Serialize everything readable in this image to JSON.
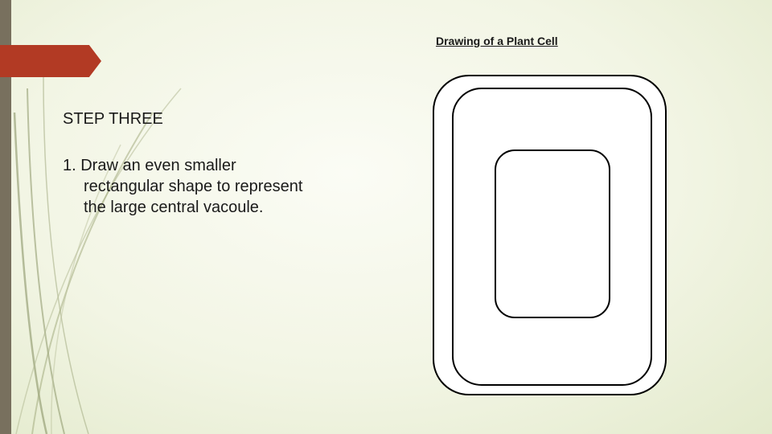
{
  "slide": {
    "heading": "STEP THREE",
    "steps": [
      {
        "text": "1. Draw an even smaller rectangular shape to represent the large central vacoule."
      }
    ]
  },
  "figure": {
    "caption": "Drawing of a Plant Cell"
  },
  "colors": {
    "background": "#f2f5e4",
    "left_bar": "#78705e",
    "accent": "#b23a24",
    "outline": "#000000"
  }
}
